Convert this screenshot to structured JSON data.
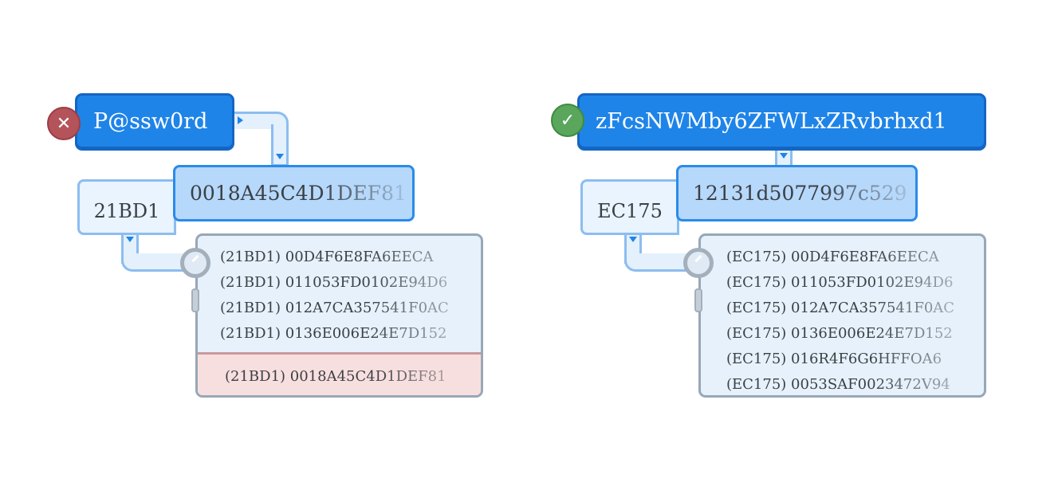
{
  "left": {
    "status": "error",
    "status_icon": "x-icon",
    "password": "P@ssw0rd",
    "salt": "21BD1",
    "hash": "0018A45C4D1DEF81",
    "rows": [
      "(21BD1) 00D4F6E8FA6EECA",
      "(21BD1) 011053FD0102E94D6",
      "(21BD1) 012A7CA357541F0AC",
      "(21BD1) 0136E006E24E7D152"
    ],
    "match_row": "(21BD1) 0018A45C4D1DEF81"
  },
  "right": {
    "status": "success",
    "status_icon": "check-icon",
    "password": "zFcsNWMby6ZFWLxZRvbrhxd1",
    "salt": "EC175",
    "hash": "12131d5077997c529c",
    "rows": [
      "(EC175) 00D4F6E8FA6EECA",
      "(EC175) 011053FD0102E94D6",
      "(EC175) 012A7CA357541F0AC",
      "(EC175) 0136E006E24E7D152",
      "(EC175) 016R4F6G6HFFOA6",
      "(EC175) 0053SAF0023472V94"
    ]
  },
  "colors": {
    "primary": "#1f84e8",
    "error": "#b4545a",
    "success": "#5aa65c",
    "match_bg": "#f8dfdf"
  }
}
